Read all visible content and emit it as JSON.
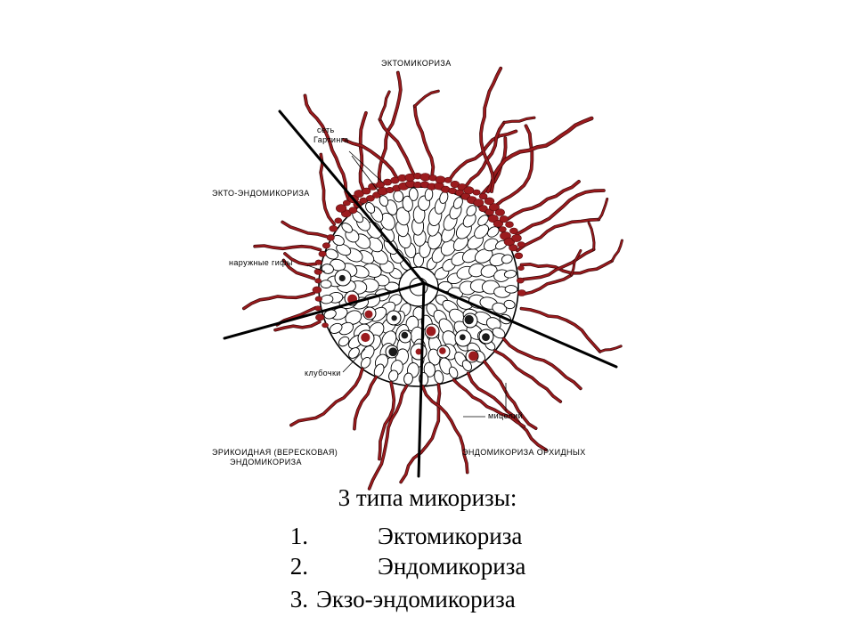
{
  "diagram": {
    "labels": {
      "ectomycorrhiza": "ЭКТОМИКОРИЗА",
      "hartig_net_line1": "сеть",
      "hartig_net_line2": "Гартинга",
      "ecto_endo": "ЭКТО-ЭНДОМИКОРИЗА",
      "external_hyphae": "наружные гифы",
      "coils": "клубочки",
      "mycelium": "мицелий",
      "ericoid_line1": "ЭРИКОИДНАЯ (ВЕРЕСКОВАЯ)",
      "ericoid_line2": "ЭНДОМИКОРИЗА",
      "orchid": "ЭНДОМИКОРИЗА ОРХИДНЫХ"
    },
    "colors": {
      "hyphae": "#9b1b1e",
      "lines": "#000000"
    }
  },
  "caption": {
    "title": "3 типа микоризы:",
    "items": [
      {
        "num": "1.",
        "text": "Эктомикориза"
      },
      {
        "num": "2.",
        "text": "Эндомикориза"
      },
      {
        "num": "3.",
        "text": "Экзо-эндомикориза"
      }
    ]
  }
}
